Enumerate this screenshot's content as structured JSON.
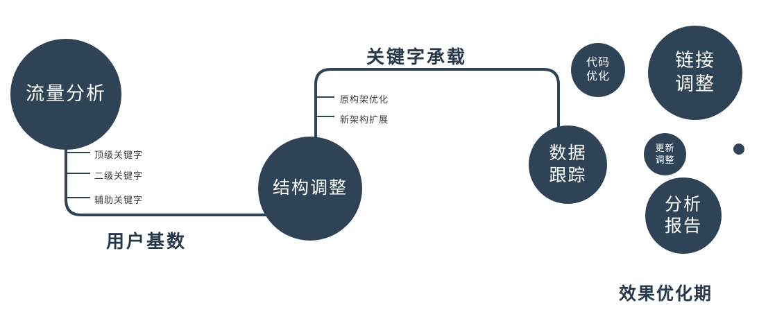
{
  "colors": {
    "primary": "#2e4456",
    "text_dark": "#26384a",
    "white": "#ffffff"
  },
  "diagram": {
    "nodes": {
      "traffic": {
        "label": "流量分析"
      },
      "structure": {
        "label": "结构调整"
      },
      "data_tracking": {
        "line1": "数据",
        "line2": "跟踪"
      },
      "code_opt": {
        "line1": "代码",
        "line2": "优化"
      },
      "link_adjust": {
        "line1": "链接",
        "line2": "调整"
      },
      "update_adjust": {
        "line1": "更新",
        "line2": "调整"
      },
      "analysis_report": {
        "line1": "分析",
        "line2": "报告"
      }
    },
    "edge_labels": {
      "user_base": "用户基数",
      "keyword_carry": "关键字承载"
    },
    "ticks_left": [
      "顶级关键字",
      "二级关键字",
      "辅助关键字"
    ],
    "ticks_mid": [
      "原构架优化",
      "新架构扩展"
    ],
    "footer": "效果优化期"
  }
}
